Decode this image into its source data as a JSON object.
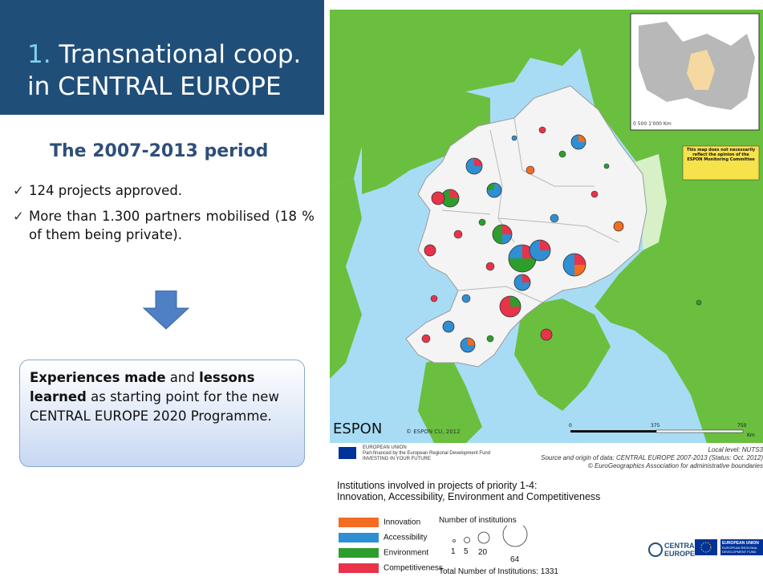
{
  "slide": {
    "title_number": "1.",
    "title_line1": "Transnational coop.",
    "title_line2": "in CENTRAL EUROPE",
    "subtitle": "The 2007-2013 period",
    "bullets": [
      "124 projects approved.",
      "More than 1.300 partners mobilised (18 % of them being private)."
    ],
    "note": {
      "bold1": "Experiences made",
      "text1": " and ",
      "bold2": "lessons learned",
      "text2": " as starting point for the new CENTRAL EUROPE 2020 Programme."
    }
  },
  "map": {
    "inset_scale": "0    500  1'000 Km",
    "disclaimer": "This map does not necessarily reflect the opinion of the ESPON Monitoring Committee",
    "espon_logo": "ESPON",
    "copyright": "© ESPON CU, 2012",
    "scale_labels": [
      "0",
      "375",
      "750",
      "Km"
    ],
    "colors": {
      "land": "#6abf3e",
      "sea": "#a8dcf5",
      "program_area": "#f7f7f7",
      "innovation": "#f26c21",
      "accessibility": "#2e8fd4",
      "environment": "#2d9e2d",
      "competitiveness": "#e8334a"
    }
  },
  "credits": {
    "left_line1": "EUROPEAN UNION",
    "left_line2": "Part-financed by the European Regional Development Fund",
    "left_line3": "INVESTING IN YOUR FUTURE",
    "right_line1": "Local level: NUTS3",
    "right_line2": "Source and origin of data: CENTRAL EUROPE 2007-2013 (Status: Oct. 2012)",
    "right_line3": "© EuroGeographics Association for administrative boundaries"
  },
  "legend": {
    "title1": "Institutions involved in projects of priority 1-4:",
    "title2": "Innovation, Accessibility, Environment and Competitiveness",
    "items": [
      "Innovation",
      "Accessibility",
      "Environment",
      "Competitiveness"
    ],
    "number_label": "Number of institutions",
    "sizes": [
      "1",
      "5",
      "20",
      "64"
    ],
    "total": "Total Number of Institutions: 1331"
  },
  "logos": {
    "ce_line1": "CENTRAL",
    "ce_line2": "EUROPE",
    "eu_line1": "EUROPEAN UNION",
    "eu_line2": "EUROPEAN REGIONAL",
    "eu_line3": "DEVELOPMENT FUND"
  }
}
